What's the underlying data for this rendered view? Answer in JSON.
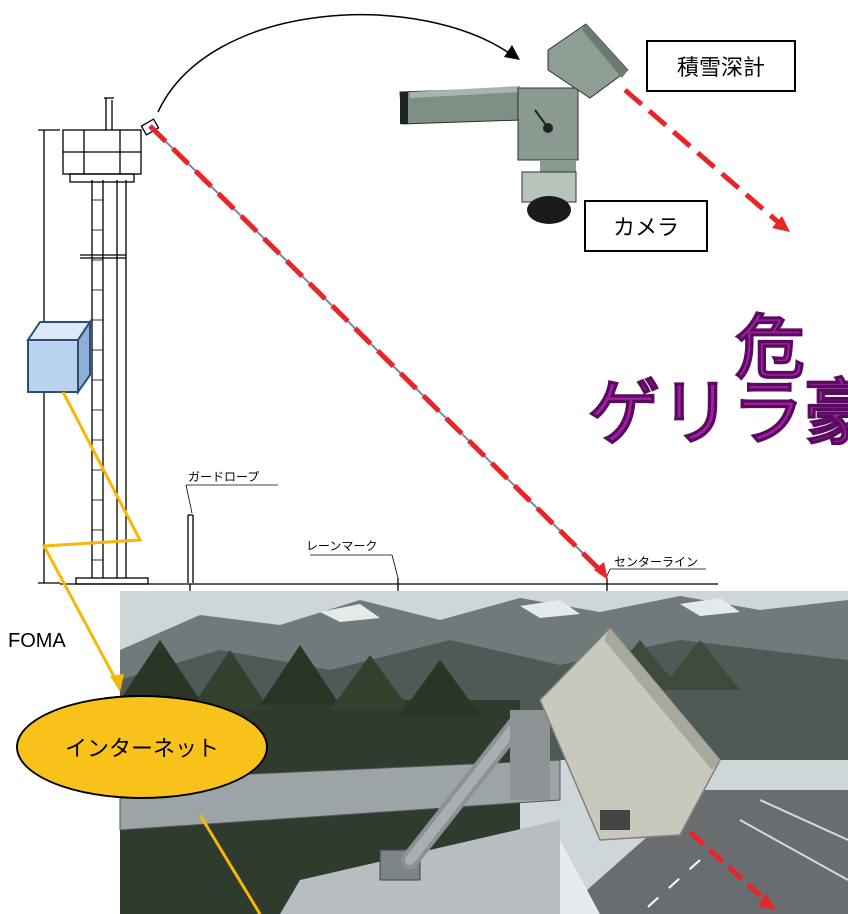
{
  "labels": {
    "snow_depth_meter": "積雪深計",
    "camera": "カメラ",
    "foma": "FOMA",
    "internet": "インターネット"
  },
  "drawing_notes": {
    "guard_rope": "ガードロープ",
    "lane_mark": "レーンマーク",
    "center_line": "センターライン"
  },
  "title": {
    "line1": "危",
    "line2": "ゲリラ豪"
  },
  "colors": {
    "laser_line": "#e8262a",
    "connection_line": "#f6b70a",
    "internet_fill": "#f8c21b",
    "title_purple": "#a11fa3",
    "box_fill": "#b9d3ee",
    "box_stroke": "#2f4d78"
  }
}
